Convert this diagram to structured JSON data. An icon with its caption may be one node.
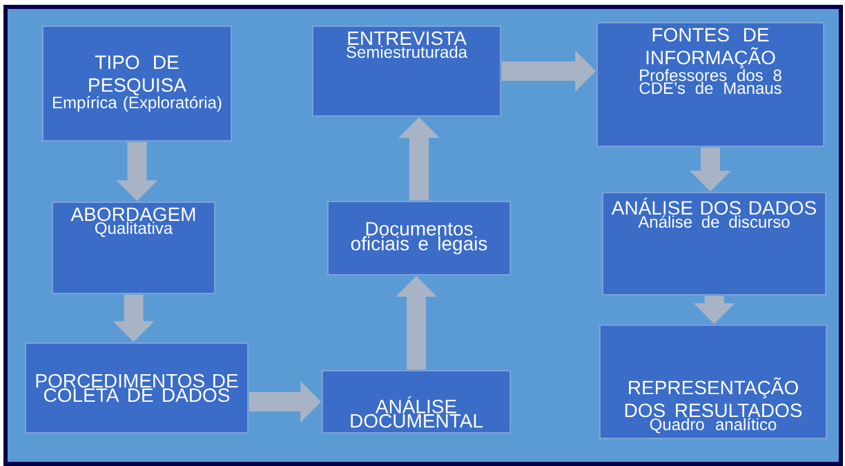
{
  "diagram": {
    "nodes": [
      {
        "text": [
          "TIPO DE PESQUISA",
          "Empírica (Exploratória)"
        ]
      },
      {
        "text": [
          "ABORDAGEM",
          "Qualitativa"
        ]
      },
      {
        "text": [
          "PORCEDIMENTOS DE COLETA DE DADOS"
        ]
      },
      {
        "text": [
          "ANÁLISE DOCUMENTAL"
        ]
      },
      {
        "text": [
          "Documentos oficiais e legais"
        ]
      },
      {
        "text": [
          "ENTREVISTA",
          "Semiestruturada"
        ]
      },
      {
        "text": [
          "FONTES DE INFORMAÇÃO",
          "Professores dos 8 CDE’s de Manaus"
        ]
      },
      {
        "text": [
          "ANÁLISE DOS DADOS",
          "Análise de discurso"
        ]
      },
      {
        "text": [
          "REPRESENTAÇÃO DOS RESULTADOS",
          "Quadro analítico"
        ]
      }
    ],
    "edges": [
      {
        "from": 0,
        "to": 1,
        "arrow": "to"
      },
      {
        "from": 1,
        "to": 2,
        "arrow": "to"
      },
      {
        "from": 2,
        "to": 3,
        "arrow": "to"
      },
      {
        "from": 3,
        "to": 4,
        "arrow": "to"
      },
      {
        "from": 4,
        "to": 5,
        "arrow": "to"
      },
      {
        "from": 5,
        "to": 6,
        "arrow": "to"
      },
      {
        "from": 6,
        "to": 7,
        "arrow": "to"
      },
      {
        "from": 7,
        "to": 8,
        "arrow": "to"
      }
    ]
  }
}
